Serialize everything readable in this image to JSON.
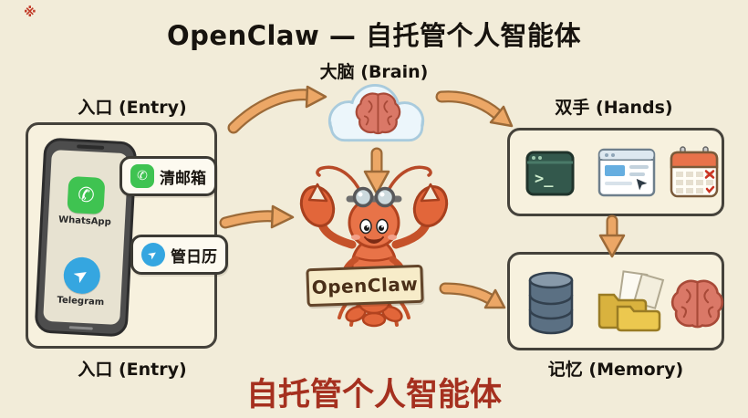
{
  "title": "OpenClaw — 自托管个人智能体",
  "subtitle": "自托管个人智能体",
  "corner_mark": "※",
  "labels": {
    "brain": "大脑 (Brain)",
    "entry_top": "入口 (Entry)",
    "entry_bottom": "入口 (Entry)",
    "hands": "双手 (Hands)",
    "memory": "记忆 (Memory)"
  },
  "entry": {
    "apps": [
      {
        "name": "whatsapp",
        "label": "WhatsApp"
      },
      {
        "name": "telegram",
        "label": "Telegram"
      }
    ],
    "bubbles": [
      {
        "app": "whatsapp",
        "text": "清邮箱"
      },
      {
        "app": "telegram",
        "text": "管日历"
      }
    ]
  },
  "mascot": {
    "character": "lobster",
    "sign_text": "OpenClaw"
  },
  "hands": {
    "icons": [
      {
        "name": "terminal-icon",
        "prompt": ">_"
      },
      {
        "name": "browser-icon"
      },
      {
        "name": "calendar-icon"
      }
    ]
  },
  "memory": {
    "icons": [
      {
        "name": "database-icon"
      },
      {
        "name": "folder-icon"
      },
      {
        "name": "brain-icon"
      }
    ]
  },
  "arrows": [
    {
      "from": "entry",
      "to": "brain"
    },
    {
      "from": "brain",
      "to": "hands"
    },
    {
      "from": "brain",
      "to": "mascot"
    },
    {
      "from": "entry",
      "to": "mascot"
    },
    {
      "from": "hands",
      "to": "memory"
    },
    {
      "from": "mascot",
      "to": "memory"
    }
  ],
  "colors": {
    "background": "#f2ecd9",
    "arrow": "#eca766",
    "accent_red": "#a5301f",
    "whatsapp_green": "#3fc351",
    "telegram_blue": "#35a6e0",
    "lobster_orange": "#e87348"
  }
}
